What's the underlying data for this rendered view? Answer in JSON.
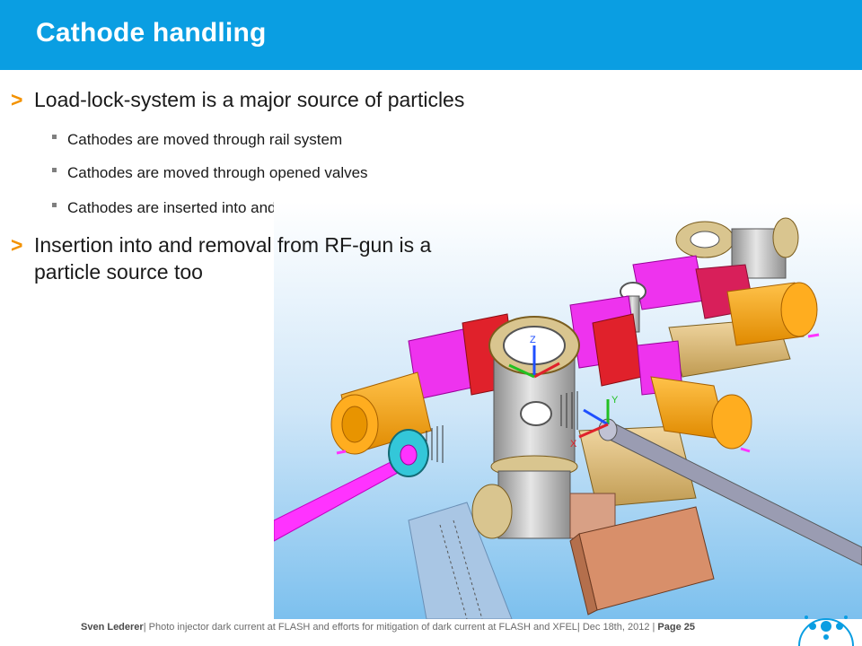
{
  "header": {
    "title": "Cathode handling"
  },
  "bullets": [
    {
      "marker": ">",
      "text": "Load-lock-system is a major source of particles",
      "sub": [
        "Cathodes are moved through rail system",
        "Cathodes are moved through opened valves",
        "Cathodes are inserted into and removed from carrier"
      ]
    },
    {
      "marker": ">",
      "line1": "Insertion into and removal from RF-gun is a",
      "line2": "particle source too"
    }
  ],
  "figure": {
    "axis_z": "Z",
    "axis_y": "Y",
    "axis_x": "X"
  },
  "footer": {
    "author": "Sven Lederer",
    "text": "| Photo injector dark current at FLASH and efforts for mitigation of dark current at FLASH and XFEL| Dec 18th, 2012 | ",
    "page": "Page 25"
  },
  "colors": {
    "header_bg": "#0a9ee2",
    "accent": "#f39200"
  }
}
